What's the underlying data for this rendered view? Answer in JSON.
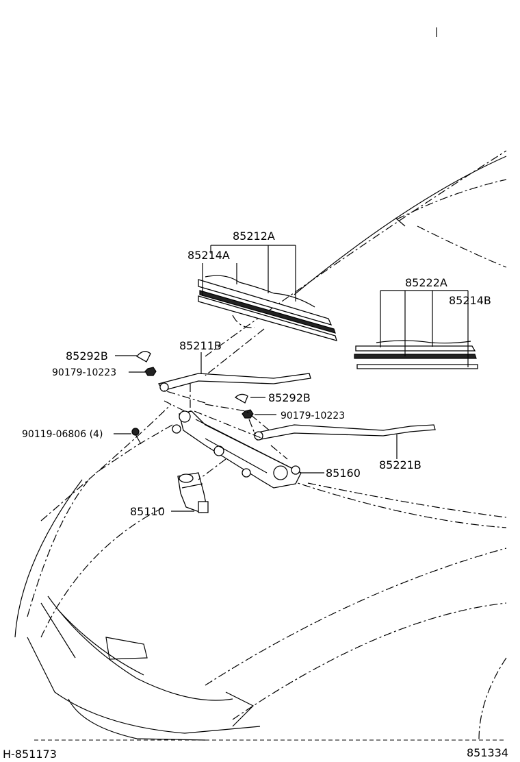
{
  "labels": {
    "blade_rubber_front": "85214A",
    "blade_front": "85212A",
    "blade_rear": "85222A",
    "blade_rubber_rear": "85214B",
    "cap_left": "85292B",
    "nut_left": "90179-10223",
    "arm_left": "85211B",
    "cap_right": "85292B",
    "nut_right": "90179-10223",
    "bolt": "90119-06806 (4)",
    "arm_right": "85221B",
    "link": "85160",
    "motor": "85110"
  },
  "footer": {
    "left_code": "H-851173",
    "right_code": "851334"
  }
}
